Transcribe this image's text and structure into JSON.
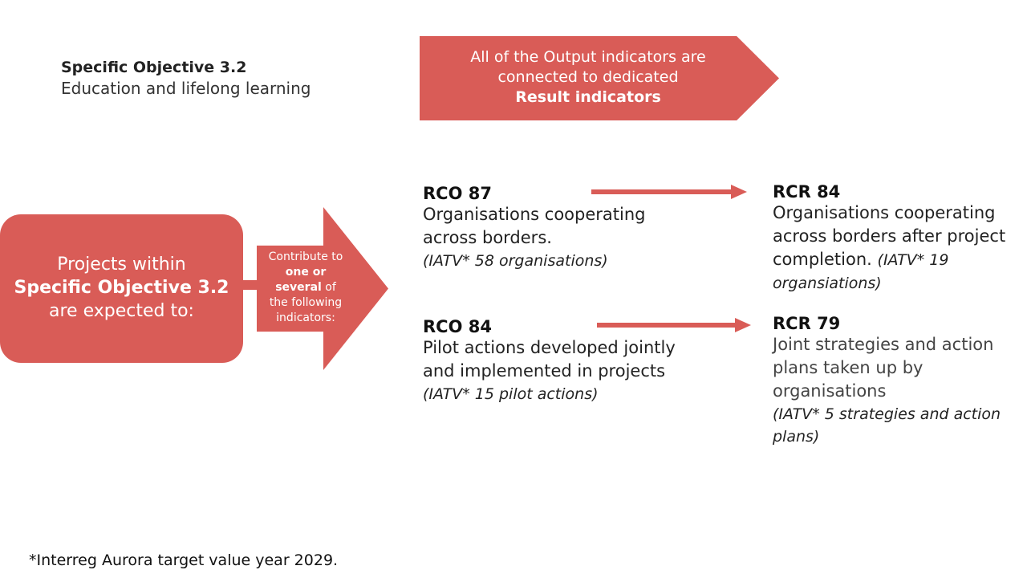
{
  "objective": {
    "title": "Specific Objective 3.2",
    "subtitle": "Education and lifelong learning"
  },
  "banner": {
    "line1": "All of the Output indicators are",
    "line2": "connected to dedicated",
    "line3_bold": "Result indicators"
  },
  "projects_box": {
    "line1": "Projects within",
    "line2_bold": "Specific Objective 3.2",
    "line3": "are expected to:"
  },
  "contribute_arrow": {
    "line1": "Contribute to",
    "bold1": "one or",
    "bold2": "several",
    "after_bold2": " of",
    "line3": "the following",
    "line4": "indicators:"
  },
  "outputs": [
    {
      "code": "RCO 87",
      "description": "Organisations cooperating across borders.",
      "target": "(IATV* 58 organisations)"
    },
    {
      "code": "RCO 84",
      "description": "Pilot actions developed jointly and implemented in projects",
      "target": "(IATV* 15 pilot actions)"
    }
  ],
  "results": [
    {
      "code": "RCR 84",
      "description": "Organisations cooperating across borders after project completion.",
      "target": "(IATV* 19 organsiations)"
    },
    {
      "code": "RCR 79",
      "description": "Joint strategies and action plans taken up by organisations",
      "target": "(IATV* 5 strategies and action plans)"
    }
  ],
  "footnote": "*Interreg Aurora target value year 2029.",
  "colors": {
    "accent": "#d95c57",
    "text": "#1a1a1a"
  }
}
